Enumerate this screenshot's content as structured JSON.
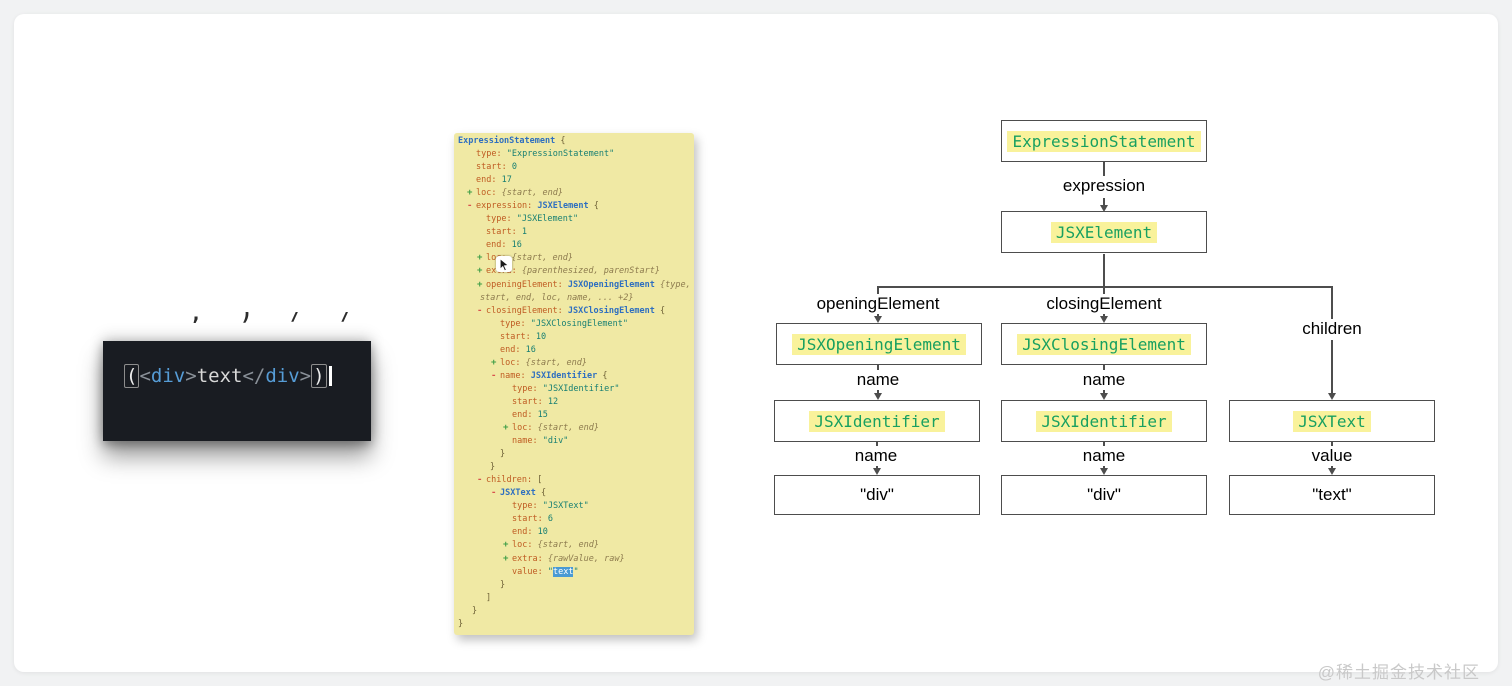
{
  "watermark": "@稀土掘金技术社区",
  "code_snippet": {
    "clipped_fragment": ", ) / /",
    "caret": "text-caret",
    "colors": {
      "background": "#191c22",
      "tag": "#569cd6",
      "punct": "#8a9199",
      "plain": "#d8d8d8"
    },
    "tokens": [
      {
        "c": "bracket",
        "t": "("
      },
      {
        "c": "punct",
        "t": "<"
      },
      {
        "c": "tag",
        "t": "div"
      },
      {
        "c": "punct",
        "t": ">"
      },
      {
        "c": "plain",
        "t": "text"
      },
      {
        "c": "punct",
        "t": "</"
      },
      {
        "c": "tag",
        "t": "div"
      },
      {
        "c": "punct",
        "t": ">"
      },
      {
        "c": "bracket",
        "t": ")"
      }
    ]
  },
  "ast_panel": {
    "background": "#f0e9a4",
    "cursor_icon": "mouse-pointer",
    "colors": {
      "node": "#2e6fc0",
      "key": "#bf5b22",
      "value": "#177f72",
      "expander_plus": "#3f9e46",
      "expander_minus": "#d9534f",
      "selection": "#4a9ad4"
    },
    "lines": [
      {
        "ind": 4,
        "segs": [
          [
            "n",
            "ExpressionStatement"
          ],
          [
            "p",
            " {"
          ]
        ]
      },
      {
        "ind": 22,
        "segs": [
          [
            "k",
            "type: "
          ],
          [
            "s",
            "\"ExpressionStatement\""
          ]
        ]
      },
      {
        "ind": 22,
        "segs": [
          [
            "k",
            "start: "
          ],
          [
            "v",
            "0"
          ]
        ]
      },
      {
        "ind": 22,
        "segs": [
          [
            "k",
            "end: "
          ],
          [
            "v",
            "17"
          ]
        ]
      },
      {
        "ind": 22,
        "m": "+",
        "segs": [
          [
            "k",
            "loc: "
          ],
          [
            "i",
            "{start, end}"
          ]
        ]
      },
      {
        "ind": 22,
        "m": "-",
        "segs": [
          [
            "k",
            "expression: "
          ],
          [
            "n",
            "JSXElement"
          ],
          [
            "p",
            " {"
          ]
        ]
      },
      {
        "ind": 32,
        "segs": [
          [
            "k",
            "type: "
          ],
          [
            "s",
            "\"JSXElement\""
          ]
        ]
      },
      {
        "ind": 32,
        "segs": [
          [
            "k",
            "start: "
          ],
          [
            "v",
            "1"
          ]
        ]
      },
      {
        "ind": 32,
        "segs": [
          [
            "k",
            "end: "
          ],
          [
            "v",
            "16"
          ]
        ]
      },
      {
        "ind": 32,
        "m": "+",
        "segs": [
          [
            "k",
            "loc: "
          ],
          [
            "i",
            "{start, end}"
          ]
        ]
      },
      {
        "ind": 32,
        "m": "+",
        "segs": [
          [
            "k",
            "extra: "
          ],
          [
            "i",
            "{parenthesized, parenStart}"
          ]
        ]
      },
      {
        "ind": 32,
        "m": "+",
        "segs": [
          [
            "k",
            "openingElement: "
          ],
          [
            "n",
            "JSXOpeningElement"
          ],
          [
            "i",
            " {type,"
          ]
        ]
      },
      {
        "ind": 26,
        "segs": [
          [
            "i",
            "start, end, loc, name, ... +2}"
          ]
        ]
      },
      {
        "ind": 32,
        "m": "-",
        "segs": [
          [
            "k",
            "closingElement: "
          ],
          [
            "n",
            "JSXClosingElement"
          ],
          [
            "p",
            " {"
          ]
        ]
      },
      {
        "ind": 46,
        "segs": [
          [
            "k",
            "type: "
          ],
          [
            "s",
            "\"JSXClosingElement\""
          ]
        ]
      },
      {
        "ind": 46,
        "segs": [
          [
            "k",
            "start: "
          ],
          [
            "v",
            "10"
          ]
        ]
      },
      {
        "ind": 46,
        "segs": [
          [
            "k",
            "end: "
          ],
          [
            "v",
            "16"
          ]
        ]
      },
      {
        "ind": 46,
        "m": "+",
        "segs": [
          [
            "k",
            "loc: "
          ],
          [
            "i",
            "{start, end}"
          ]
        ]
      },
      {
        "ind": 46,
        "m": "-",
        "segs": [
          [
            "k",
            "name: "
          ],
          [
            "n",
            "JSXIdentifier"
          ],
          [
            "p",
            " {"
          ]
        ]
      },
      {
        "ind": 58,
        "segs": [
          [
            "k",
            "type: "
          ],
          [
            "s",
            "\"JSXIdentifier\""
          ]
        ]
      },
      {
        "ind": 58,
        "segs": [
          [
            "k",
            "start: "
          ],
          [
            "v",
            "12"
          ]
        ]
      },
      {
        "ind": 58,
        "segs": [
          [
            "k",
            "end: "
          ],
          [
            "v",
            "15"
          ]
        ]
      },
      {
        "ind": 58,
        "m": "+",
        "segs": [
          [
            "k",
            "loc: "
          ],
          [
            "i",
            "{start, end}"
          ]
        ]
      },
      {
        "ind": 58,
        "segs": [
          [
            "k",
            "name: "
          ],
          [
            "s",
            "\"div\""
          ]
        ]
      },
      {
        "ind": 46,
        "segs": [
          [
            "p",
            "}"
          ]
        ]
      },
      {
        "ind": 36,
        "segs": [
          [
            "p",
            "}"
          ]
        ]
      },
      {
        "ind": 32,
        "m": "-",
        "segs": [
          [
            "k",
            "children: "
          ],
          [
            "p",
            "["
          ]
        ]
      },
      {
        "ind": 46,
        "m": "-",
        "segs": [
          [
            "n",
            "JSXText"
          ],
          [
            "p",
            " {"
          ]
        ]
      },
      {
        "ind": 58,
        "segs": [
          [
            "k",
            "type: "
          ],
          [
            "s",
            "\"JSXText\""
          ]
        ]
      },
      {
        "ind": 58,
        "segs": [
          [
            "k",
            "start: "
          ],
          [
            "v",
            "6"
          ]
        ]
      },
      {
        "ind": 58,
        "segs": [
          [
            "k",
            "end: "
          ],
          [
            "v",
            "10"
          ]
        ]
      },
      {
        "ind": 58,
        "m": "+",
        "segs": [
          [
            "k",
            "loc: "
          ],
          [
            "i",
            "{start, end}"
          ]
        ]
      },
      {
        "ind": 58,
        "m": "+",
        "segs": [
          [
            "k",
            "extra: "
          ],
          [
            "i",
            "{rawValue, raw}"
          ]
        ]
      },
      {
        "ind": 58,
        "segs": [
          [
            "k",
            "value: "
          ],
          [
            "s",
            "\""
          ],
          [
            "sel",
            "text"
          ],
          [
            "s",
            "\""
          ]
        ]
      },
      {
        "ind": 46,
        "segs": [
          [
            "p",
            "}"
          ]
        ]
      },
      {
        "ind": 32,
        "segs": [
          [
            "p",
            "]"
          ]
        ]
      },
      {
        "ind": 18,
        "segs": [
          [
            "p",
            "}"
          ]
        ]
      },
      {
        "ind": 4,
        "segs": [
          [
            "p",
            "}"
          ]
        ]
      }
    ]
  },
  "tree": {
    "colors": {
      "node_text": "#18a060",
      "node_highlight": "#f9f29b",
      "box_border": "#4d4d4d"
    },
    "nodes": {
      "expressionStatement": "ExpressionStatement",
      "jsxElement": "JSXElement",
      "jsxOpeningElement": "JSXOpeningElement",
      "jsxClosingElement": "JSXClosingElement",
      "jsxIdentifierLeft": "JSXIdentifier",
      "jsxIdentifierMid": "JSXIdentifier",
      "jsxText": "JSXText",
      "divLeft": "\"div\"",
      "divMid": "\"div\"",
      "textValue": "\"text\""
    },
    "edge_labels": {
      "expression": "expression",
      "openingElement": "openingElement",
      "closingElement": "closingElement",
      "children": "children",
      "nameOpening": "name",
      "nameClosing": "name",
      "nameLeft": "name",
      "nameMid": "name",
      "value": "value"
    }
  }
}
